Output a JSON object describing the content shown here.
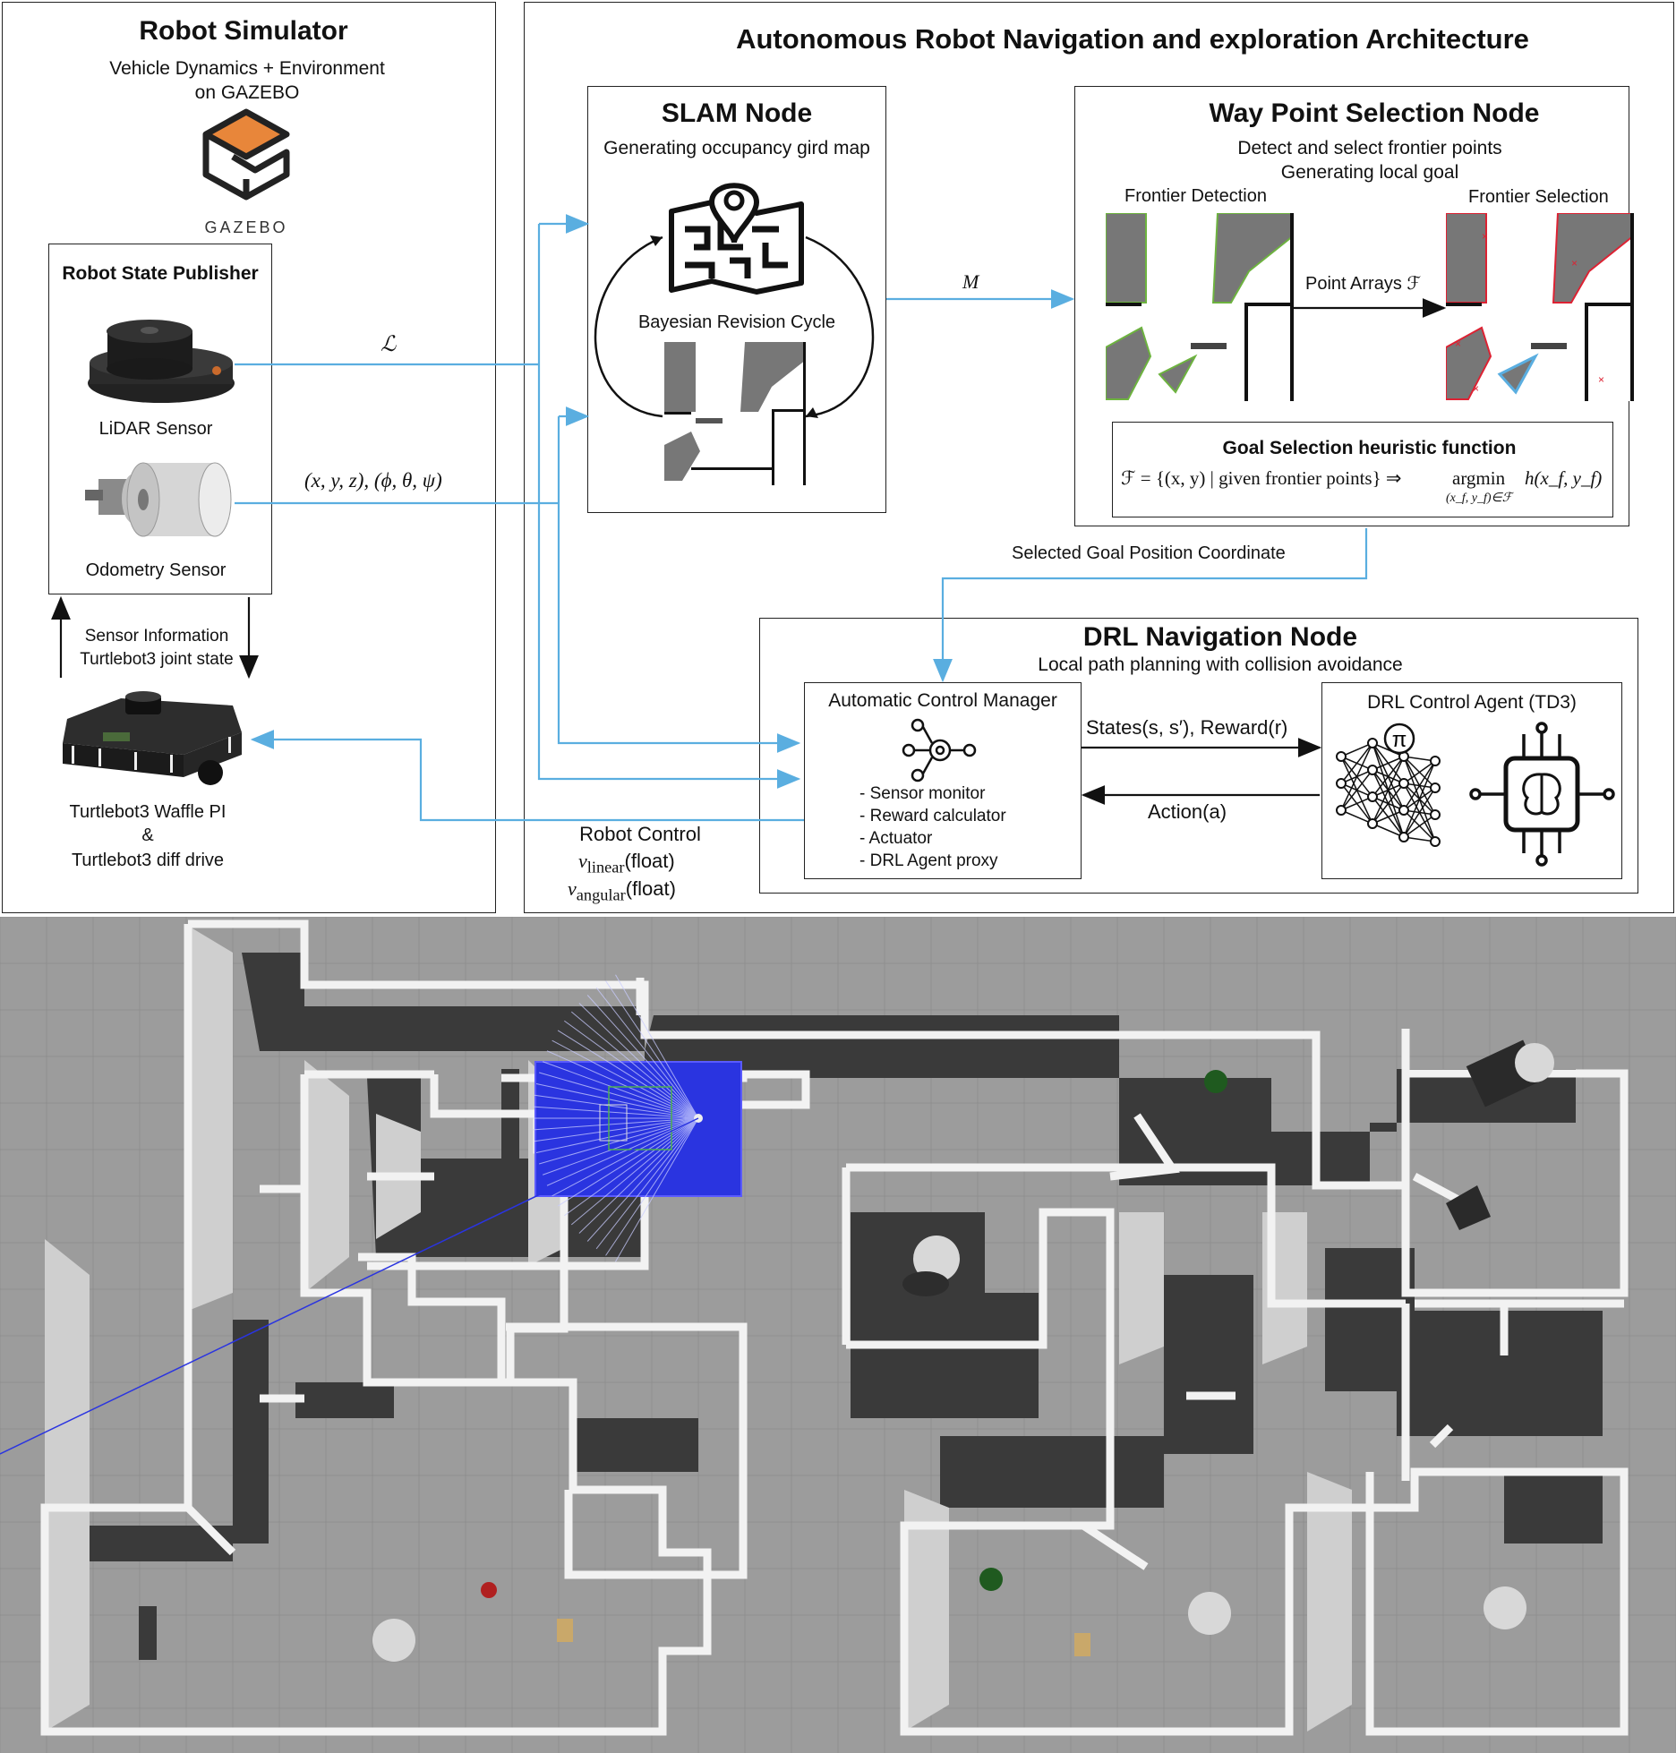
{
  "colors": {
    "arrow_blue": "#5aaee0",
    "gazebo_orange": "#e8863a",
    "scene_floor": "#9c9c9c",
    "scene_wall": "#f2f2f2",
    "scan_blue": "#2a34e0"
  },
  "simulator": {
    "title": "Robot Simulator",
    "subtitle_line1": "Vehicle Dynamics + Environment",
    "subtitle_line2": "on GAZEBO",
    "logo_text": "GAZEBO",
    "publisher_title": "Robot State Publisher",
    "lidar_label": "LiDAR Sensor",
    "odometry_label": "Odometry Sensor",
    "sensor_info_line1": "Sensor Information",
    "sensor_info_line2": "Turtlebot3 joint state",
    "robot_line1": "Turtlebot3 Waffle PI",
    "robot_line2": "&",
    "robot_line3": "Turtlebot3 diff drive"
  },
  "architecture": {
    "title": "Autonomous Robot Navigation and exploration Architecture",
    "lidar_signal": "ℒ",
    "odom_signal": "(x, y, z), (ϕ, θ, ψ)",
    "map_signal": "M",
    "slam": {
      "title": "SLAM Node",
      "subtitle": "Generating occupancy gird map",
      "cycle": "Bayesian Revision Cycle"
    },
    "waypoint": {
      "title": "Way Point Selection Node",
      "line1": "Detect and select frontier points",
      "line2": "Generating local goal",
      "detection": "Frontier Detection",
      "selection": "Frontier Selection",
      "arrays": "Point Arrays ℱ",
      "goal_title": "Goal Selection heuristic function",
      "goal_formula": "ℱ = {(x, y) | given frontier points} ⇒",
      "argmin": "argmin",
      "argmin_sub": "(x_f, y_f)∈ℱ",
      "argmin_fn": "h(x_f, y_f)"
    },
    "selected_goal": "Selected Goal Position Coordinate",
    "drl": {
      "title": "DRL Navigation Node",
      "subtitle": "Local path planning with collision avoidance",
      "acm_title": "Automatic Control Manager",
      "acm_items": [
        "- Sensor monitor",
        "- Reward calculator",
        "- Actuator",
        "- DRL Agent proxy"
      ],
      "agent_title": "DRL Control Agent (TD3)",
      "states_reward": "States(s, s′), Reward(r)",
      "action": "Action(a)"
    },
    "robot_control": {
      "title": "Robot Control",
      "v_linear": "v",
      "v_linear_sub": "linear",
      "v_linear_type": "(float)",
      "v_angular": "v",
      "v_angular_sub": "angular",
      "v_angular_type": "(float)"
    }
  }
}
